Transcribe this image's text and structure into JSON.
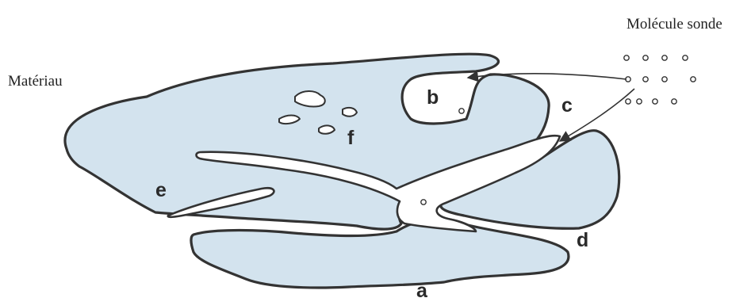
{
  "labels": {
    "material": "Matériau",
    "probe_molecule": "Molécule sonde"
  },
  "pores": {
    "a": "a",
    "b": "b",
    "c": "c",
    "d": "d",
    "e": "e",
    "f": "f"
  },
  "colors": {
    "material_fill": "#d3e3ee",
    "outline": "#333333",
    "text": "#222222",
    "background": "#ffffff"
  },
  "icons": {
    "probe_molecule": "small-open-circle",
    "arrow": "arrowhead"
  }
}
